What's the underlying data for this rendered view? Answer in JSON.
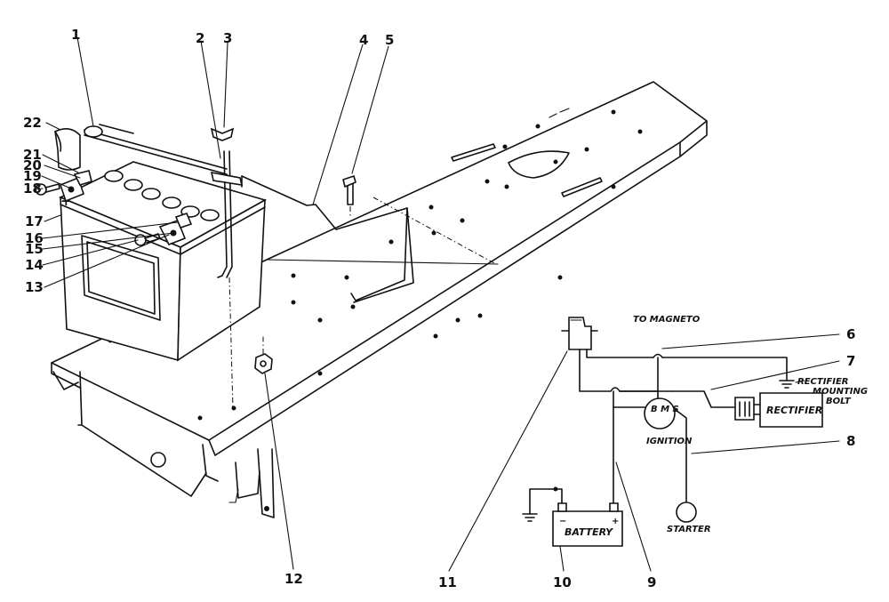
{
  "callouts": [
    "1",
    "2",
    "3",
    "4",
    "5",
    "6",
    "7",
    "8",
    "9",
    "10",
    "11",
    "12",
    "13",
    "14",
    "15",
    "16",
    "17",
    "18",
    "19",
    "20",
    "21",
    "22"
  ],
  "wiring_labels": {
    "to_magneto": "TO MAGNETO",
    "rectifier_mounting_bolt_1": "RECTIFIER",
    "rectifier_mounting_bolt_2": "MOUNTING",
    "rectifier_mounting_bolt_3": "BOLT",
    "rectifier": "RECTIFIER",
    "ignition_switch": "B M S",
    "ignition": "IGNITION",
    "battery": "BATTERY",
    "battery_neg": "−",
    "battery_pos": "+",
    "starter": "STARTER"
  },
  "terminal_marks": {
    "plus": "+",
    "minus": "−"
  }
}
